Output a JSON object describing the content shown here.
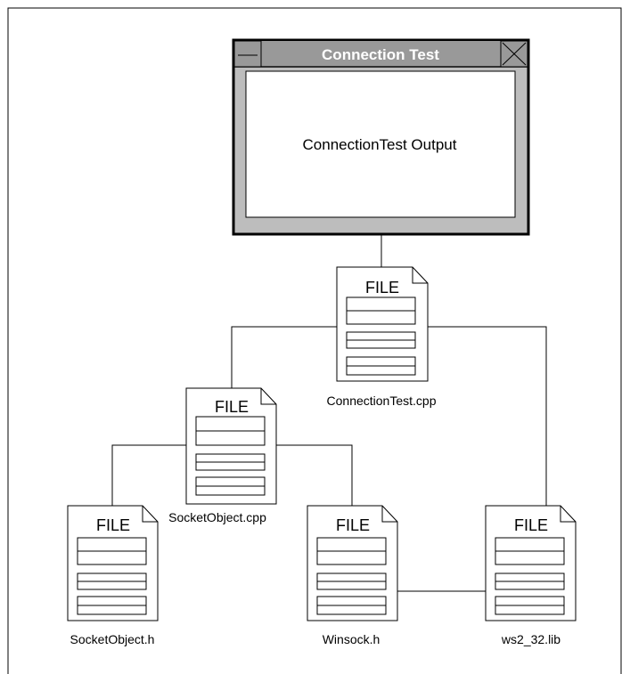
{
  "window": {
    "title": "Connection Test",
    "body_text": "ConnectionTest Output",
    "minimize_icon": "minimize-icon",
    "close_icon": "close-icon"
  },
  "files": {
    "tag": "FILE",
    "connection_test_cpp": "ConnectionTest.cpp",
    "socket_object_cpp": "SocketObject.cpp",
    "socket_object_h": "SocketObject.h",
    "winsock_h": "Winsock.h",
    "ws2_32_lib": "ws2_32.lib"
  },
  "colors": {
    "title_bar": "#999999",
    "window_frame": "#bdbdbd",
    "stroke": "#000000",
    "background": "#ffffff"
  }
}
